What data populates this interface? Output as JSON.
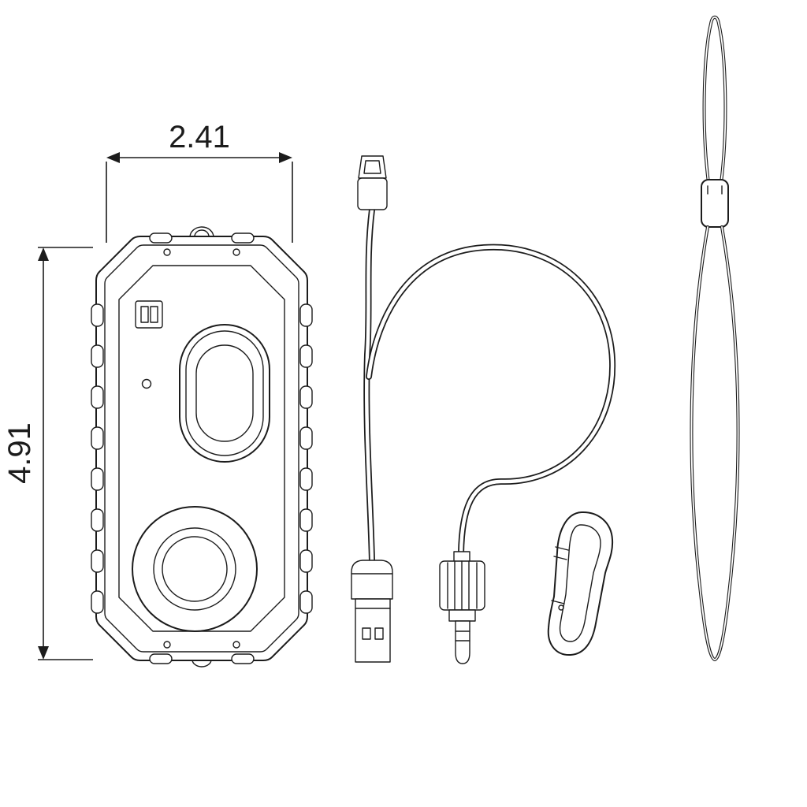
{
  "drawing": {
    "title": "product-dimension-diagram",
    "dimensions": {
      "width_label": "2.41",
      "height_label": "4.91"
    },
    "colors": {
      "line": "#1c1c1c",
      "background": "#ffffff"
    }
  }
}
